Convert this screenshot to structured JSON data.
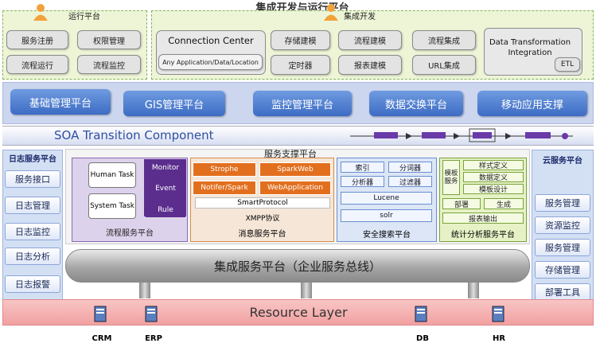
{
  "title": "集成开发与运行平台",
  "run_platform": {
    "label": "运行平台",
    "buttons": [
      "服务注册",
      "权限管理",
      "流程运行",
      "流程监控"
    ]
  },
  "dev": {
    "label": "集成开发",
    "connection_center": "Connection Center",
    "any_app": "Any Application/Data/Location",
    "buttons": [
      "存储建模",
      "流程建模",
      "流程集成",
      "定时器",
      "报表建模",
      "URL集成"
    ],
    "data_transform": "Data Transformation Integration",
    "etl": "ETL"
  },
  "platforms": [
    "基础管理平台",
    "GIS管理平台",
    "监控管理平台",
    "数据交换平台",
    "移动应用支撑"
  ],
  "soa": "SOA Transition Component",
  "log_service": {
    "title": "日志服务平台",
    "items": [
      "服务接口",
      "日志管理",
      "日志监控",
      "日志分析",
      "日志报警"
    ]
  },
  "cloud_service": {
    "title": "云服务平台",
    "items": [
      "服务管理",
      "资源监控",
      "服务管理",
      "存储管理",
      "部署工具"
    ]
  },
  "service_support": "服务支撑平台",
  "process": {
    "human_task": "Human Task",
    "system_task": "System Task",
    "monitor": "Monitor",
    "event": "Event",
    "rule": "Rule",
    "label": "流程服务平台"
  },
  "message": {
    "strophe": "Strophe",
    "sparkweb": "SparkWeb",
    "notifer": "Notifer/Spark",
    "webapp": "WebApplication",
    "smartprotocol": "SmartProtocol",
    "xmpp": "XMPP协议",
    "label": "消息服务平台"
  },
  "search": {
    "index": "索引",
    "tokenizer": "分词器",
    "analyzer": "分析器",
    "filter": "过滤器",
    "lucene": "Lucene",
    "solr": "solr",
    "label": "安全搜索平台"
  },
  "stats": {
    "template_service": "模板服务",
    "style_def": "样式定义",
    "data_def": "数据定义",
    "template_design": "模板设计",
    "deploy": "部署",
    "generate": "生成",
    "report_out": "报表输出",
    "label": "统计分析服务平台"
  },
  "esb": "集成服务平台（企业服务总线）",
  "resource_layer": "Resource Layer",
  "resources": [
    "CRM",
    "ERP",
    "DB",
    "HR"
  ]
}
